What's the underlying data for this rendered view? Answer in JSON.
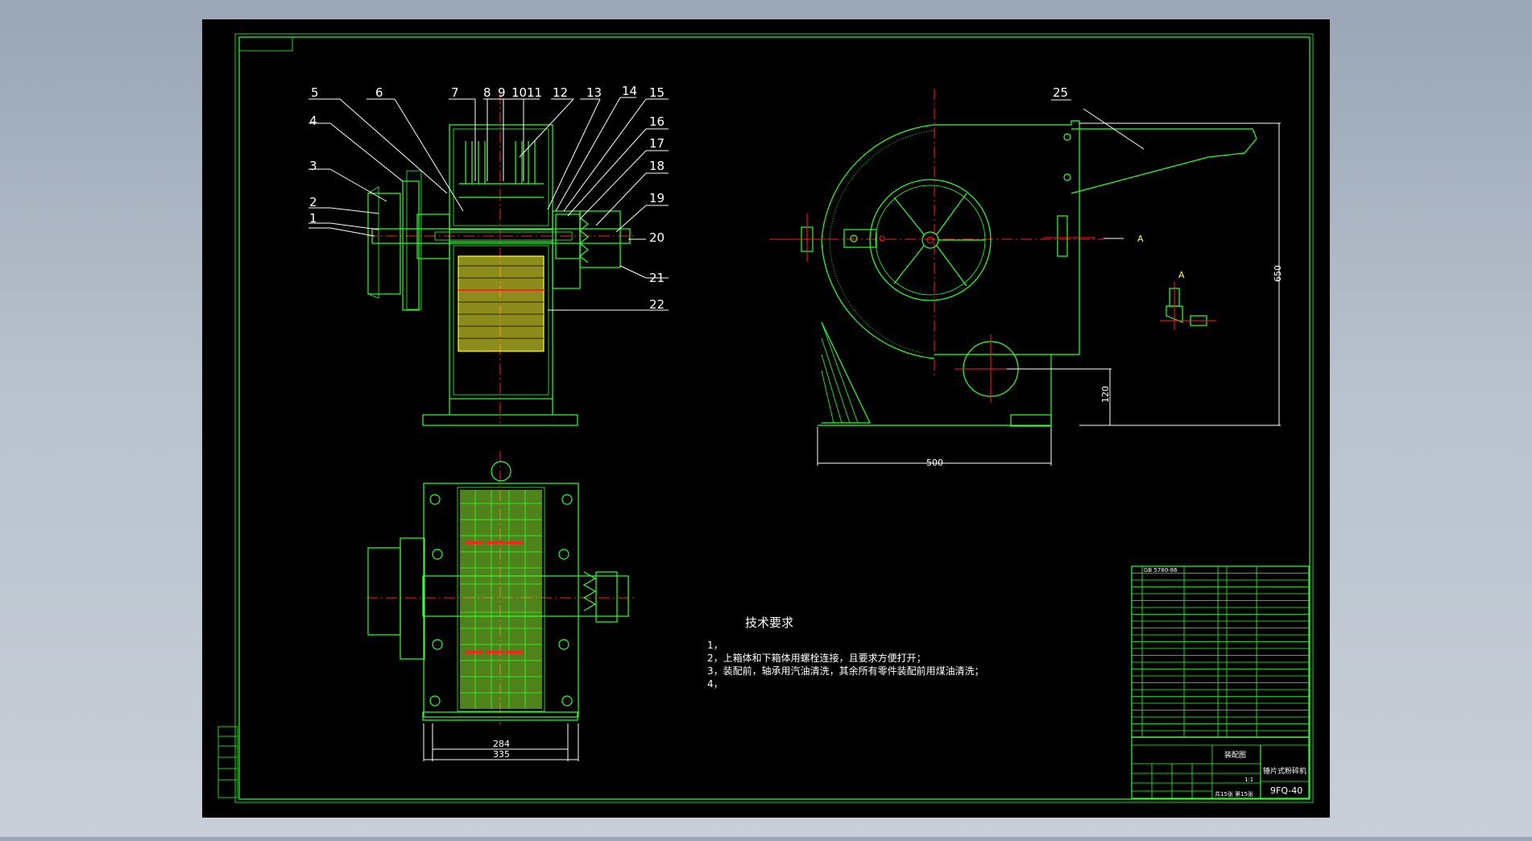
{
  "drawing": {
    "part_labels": [
      {
        "id": "p1",
        "text": "1"
      },
      {
        "id": "p2",
        "text": "2"
      },
      {
        "id": "p3",
        "text": "3"
      },
      {
        "id": "p4",
        "text": "4"
      },
      {
        "id": "p5",
        "text": "5"
      },
      {
        "id": "p6",
        "text": "6"
      },
      {
        "id": "p7",
        "text": "7"
      },
      {
        "id": "p8",
        "text": "8"
      },
      {
        "id": "p9",
        "text": "9"
      },
      {
        "id": "p10",
        "text": "10"
      },
      {
        "id": "p11",
        "text": "11"
      },
      {
        "id": "p12",
        "text": "12"
      },
      {
        "id": "p13",
        "text": "13"
      },
      {
        "id": "p14",
        "text": "14"
      },
      {
        "id": "p15",
        "text": "15"
      },
      {
        "id": "p16",
        "text": "16"
      },
      {
        "id": "p17",
        "text": "17"
      },
      {
        "id": "p18",
        "text": "18"
      },
      {
        "id": "p19",
        "text": "19"
      },
      {
        "id": "p20",
        "text": "20"
      },
      {
        "id": "p21",
        "text": "21"
      },
      {
        "id": "p22",
        "text": "22"
      },
      {
        "id": "p25",
        "text": "25"
      }
    ],
    "dimensions": {
      "width_284": "284",
      "width_335": "335",
      "width_500": "500",
      "height_650": "650",
      "height_120": "120"
    },
    "section_marks": {
      "a1": "A",
      "a2": "A"
    },
    "tech_requirements": {
      "title": "技术要求",
      "items": [
        "1，",
        "2，上箱体和下箱体用螺栓连接，且要求方便打开；",
        "3，装配前，轴承用汽油清洗，其余所有零件装配前用煤油清洗；",
        "4，"
      ]
    },
    "title_block": {
      "drawing_type": "装配图",
      "machine_name": "锤片式粉碎机",
      "drawing_no": "9FQ-40",
      "scale": "1:1",
      "sheet": "共15张 第15张",
      "bom_top_part": "GB 5780-86"
    }
  },
  "colors": {
    "background": "#000000",
    "line": "#33ff33",
    "center": "#ff2020",
    "text": "#ffffff",
    "fill_yellow": "#ffff33",
    "chrome": "#a8b3c2"
  }
}
